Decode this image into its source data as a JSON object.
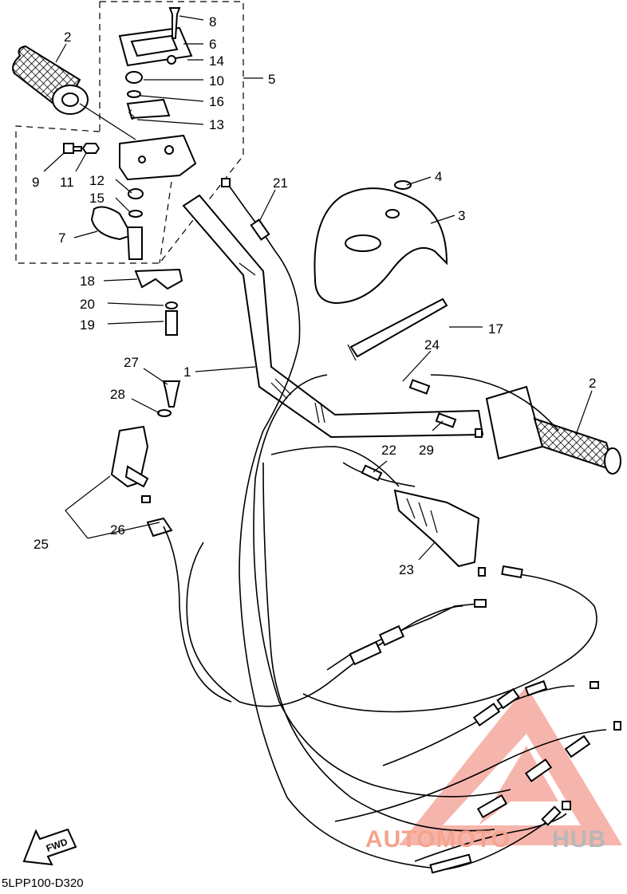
{
  "diagram": {
    "code": "5LPP100-D320",
    "fwd_label": "FWD",
    "watermark": {
      "part_a": "AUTOMOTO",
      "part_b": "HUB"
    },
    "callouts": [
      {
        "id": "c1",
        "label": "1"
      },
      {
        "id": "c2a",
        "label": "2"
      },
      {
        "id": "c2b",
        "label": "2"
      },
      {
        "id": "c3",
        "label": "3"
      },
      {
        "id": "c4",
        "label": "4"
      },
      {
        "id": "c5",
        "label": "5"
      },
      {
        "id": "c6",
        "label": "6"
      },
      {
        "id": "c7",
        "label": "7"
      },
      {
        "id": "c8",
        "label": "8"
      },
      {
        "id": "c9",
        "label": "9"
      },
      {
        "id": "c10",
        "label": "10"
      },
      {
        "id": "c11",
        "label": "11"
      },
      {
        "id": "c12",
        "label": "12"
      },
      {
        "id": "c13",
        "label": "13"
      },
      {
        "id": "c14",
        "label": "14"
      },
      {
        "id": "c15",
        "label": "15"
      },
      {
        "id": "c16",
        "label": "16"
      },
      {
        "id": "c17",
        "label": "17"
      },
      {
        "id": "c18",
        "label": "18"
      },
      {
        "id": "c19",
        "label": "19"
      },
      {
        "id": "c20",
        "label": "20"
      },
      {
        "id": "c21",
        "label": "21"
      },
      {
        "id": "c22",
        "label": "22"
      },
      {
        "id": "c23",
        "label": "23"
      },
      {
        "id": "c24",
        "label": "24"
      },
      {
        "id": "c25",
        "label": "25"
      },
      {
        "id": "c26",
        "label": "26"
      },
      {
        "id": "c27",
        "label": "27"
      },
      {
        "id": "c28",
        "label": "28"
      },
      {
        "id": "c29",
        "label": "29"
      }
    ]
  }
}
